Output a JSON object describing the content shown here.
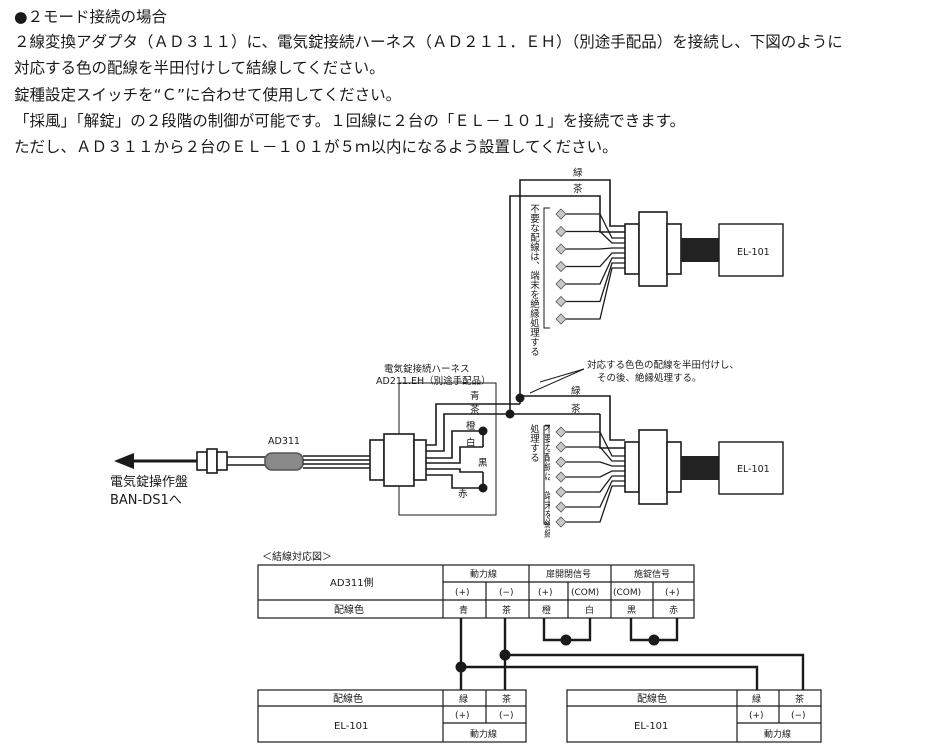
{
  "heading": "●２モード接続の場合",
  "paragraphs": [
    "２線変換アダプタ（ＡＤ３１１）に、電気錠接続ハーネス（ＡＤ２１１．ＥＨ）（別途手配品）を接続し、下図のように",
    "対応する色の配線を半田付けして結線してください。",
    "錠種設定スイッチを“Ｃ”に合わせて使用してください。",
    "「採風」「解錠」の２段階の制御が可能です。１回線に２台の「ＥＬ－１０１」を接続できます。",
    "ただし、ＡＤ３１１から２台のＥＬ－１０１が５ｍ以内になるよう設置してください。"
  ],
  "diagram": {
    "ban_label_1": "電気錠操作盤",
    "ban_label_2": "BAN-DS1へ",
    "ad311": "AD311",
    "harness_1": "電気錠接続ハーネス",
    "harness_2": "AD211.EH（別途手配品）",
    "wire_colors": {
      "blue": "青",
      "brown": "茶",
      "orange": "橙",
      "white": "白",
      "black": "黒",
      "red": "赤",
      "green": "緑"
    },
    "unused_note": "不要な配線は、端末を絶縁処理する",
    "solder_note_1": "対応する色色の配線を半田付けし、",
    "solder_note_2": "その後、絶縁処理する。",
    "el_top": "EL-101",
    "el_bottom": "EL-101"
  },
  "table": {
    "caption": "＜結線対応図＞",
    "ad311_side": "AD311側",
    "groups": [
      "動力線",
      "扉開閉信号",
      "施錠信号"
    ],
    "terminals": [
      "(+)",
      "(−)",
      "(+)",
      "(COM)",
      "(COM)",
      "(+)"
    ],
    "row_label": "配線色",
    "colors": [
      "青",
      "茶",
      "橙",
      "白",
      "黒",
      "赤"
    ],
    "el_label": "配線色",
    "el_name": "EL-101",
    "el_colors": [
      "緑",
      "茶"
    ],
    "el_terminals": [
      "(+)",
      "(−)"
    ],
    "el_group": "動力線"
  }
}
